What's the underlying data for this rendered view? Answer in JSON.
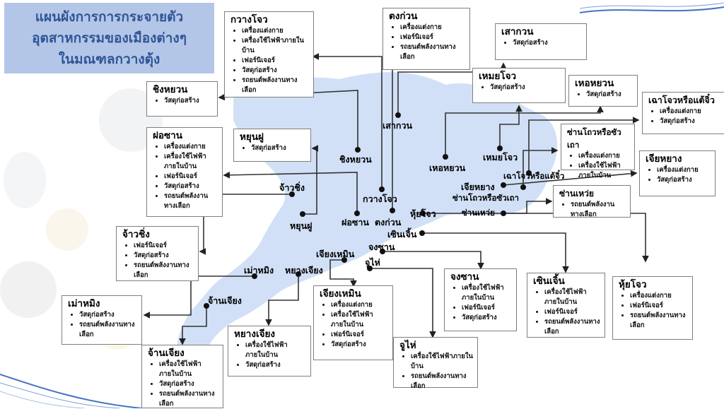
{
  "title": "แผนผังการการกระจายตัว อุตสาหกรรมของเมืองต่างๆ ในมณฑลกวางตุ้ง",
  "title_lines": [
    "แผนผังการการกระจายตัว",
    "อุตสาหกรรมของเมืองต่างๆ",
    "ในมณฑลกวางตุ้ง"
  ],
  "colors": {
    "title_bg": "#b4c6e7",
    "title_text": "#2e5597",
    "map_fill": "#c9daf5",
    "connector": "#333333"
  },
  "cities": [
    {
      "id": "guangzhou",
      "name": "กวางโจว",
      "industries": [
        "เครื่องแต่งกาย",
        "เครื่องใช้ไฟฟ้าภายในบ้าน",
        "เฟอร์นิเจอร์",
        "วัสดุก่อสร้าง",
        "รถยนต์พลังงานทางเลือก"
      ]
    },
    {
      "id": "dongguan",
      "name": "ตงก่วน",
      "industries": [
        "เครื่องแต่งกาย",
        "เฟอร์นิเจอร์",
        "รถยนต์พลังงานทางเลือก"
      ]
    },
    {
      "id": "shaoguan",
      "name": "เสากวน",
      "industries": [
        "วัสดุก่อสร้าง"
      ]
    },
    {
      "id": "meizhou",
      "name": "เหมยโจว",
      "industries": [
        "วัสดุก่อสร้าง"
      ]
    },
    {
      "id": "heyuan",
      "name": "เหอหยวน",
      "industries": [
        "วัสดุก่อสร้าง"
      ]
    },
    {
      "id": "chaozhou",
      "name": "เฉาโจวหรือแต้จิ๋ว",
      "industries": [
        "เครื่องแต่งกาย",
        "วัสดุก่อสร้าง"
      ]
    },
    {
      "id": "shantou",
      "name": "ซ่านโถวหรือซัวเถา",
      "industries": [
        "เครื่องแต่งกาย",
        "เครื่องใช้ไฟฟ้าภายในบ้าน"
      ]
    },
    {
      "id": "jieyang",
      "name": "เจียหยาง",
      "industries": [
        "เครื่องแต่งกาย",
        "วัสดุก่อสร้าง"
      ]
    },
    {
      "id": "shanwei",
      "name": "ซ่านเหว่ย",
      "industries": [
        "รถยนต์พลังงานทางเลือก"
      ]
    },
    {
      "id": "qingyuan",
      "name": "ชิงหยวน",
      "industries": [
        "วัสดุก่อสร้าง"
      ]
    },
    {
      "id": "foshan",
      "name": "ฝอซาน",
      "industries": [
        "เครื่องแต่งกาย",
        "เครื่องใช้ไฟฟ้าภายในบ้าน",
        "เฟอร์นิเจอร์",
        "วัสดุก่อสร้าง",
        "รถยนต์พลังงานทางเลือก"
      ]
    },
    {
      "id": "yunfu",
      "name": "หยุนฝู",
      "industries": [
        "วัสดุก่อสร้าง"
      ]
    },
    {
      "id": "zhaoqing",
      "name": "จ้าวชิ่ง",
      "industries": [
        "เฟอร์นิเจอร์",
        "วัสดุก่อสร้าง",
        "รถยนต์พลังงานทางเลือก"
      ]
    },
    {
      "id": "maoming",
      "name": "เม่าหมิง",
      "industries": [
        "วัสดุก่อสร้าง",
        "รถยนต์พลังงานทางเลือก"
      ]
    },
    {
      "id": "zhanjiang",
      "name": "จ้านเจียง",
      "industries": [
        "เครื่องใช้ไฟฟ้าภายในบ้าน",
        "วัสดุก่อสร้าง",
        "รถยนต์พลังงานทางเลือก"
      ]
    },
    {
      "id": "yangjiang",
      "name": "หยางเจียง",
      "industries": [
        "เครื่องใช้ไฟฟ้าภายในบ้าน",
        "วัสดุก่อสร้าง"
      ]
    },
    {
      "id": "jiangmen",
      "name": "เจียงเหมิน",
      "industries": [
        "เครื่องแต่งกาย",
        "เครื่องใช้ไฟฟ้าภายในบ้าน",
        "เฟอร์นิเจอร์",
        "วัสดุก่อสร้าง"
      ]
    },
    {
      "id": "zhuhai",
      "name": "จูไห่",
      "industries": [
        "เครื่องใช้ไฟฟ้าภายในบ้าน",
        "รถยนต์พลังงานทางเลือก"
      ]
    },
    {
      "id": "zhongshan",
      "name": "จงซาน",
      "industries": [
        "เครื่องใช้ไฟฟ้าภายในบ้าน",
        "เฟอร์นิเจอร์",
        "วัสดุก่อสร้าง"
      ]
    },
    {
      "id": "shenzhen",
      "name": "เซินเจิ้น",
      "industries": [
        "เครื่องใช้ไฟฟ้าภายในบ้าน",
        "เฟอร์นิเจอร์",
        "รถยนต์พลังงานทางเลือก"
      ]
    },
    {
      "id": "huizhou",
      "name": "หุ้ยโจว",
      "industries": [
        "เครื่องแต่งกาย",
        "เฟอร์นิเจอร์",
        "รถยนต์พลังงานทางเลือก"
      ]
    }
  ]
}
